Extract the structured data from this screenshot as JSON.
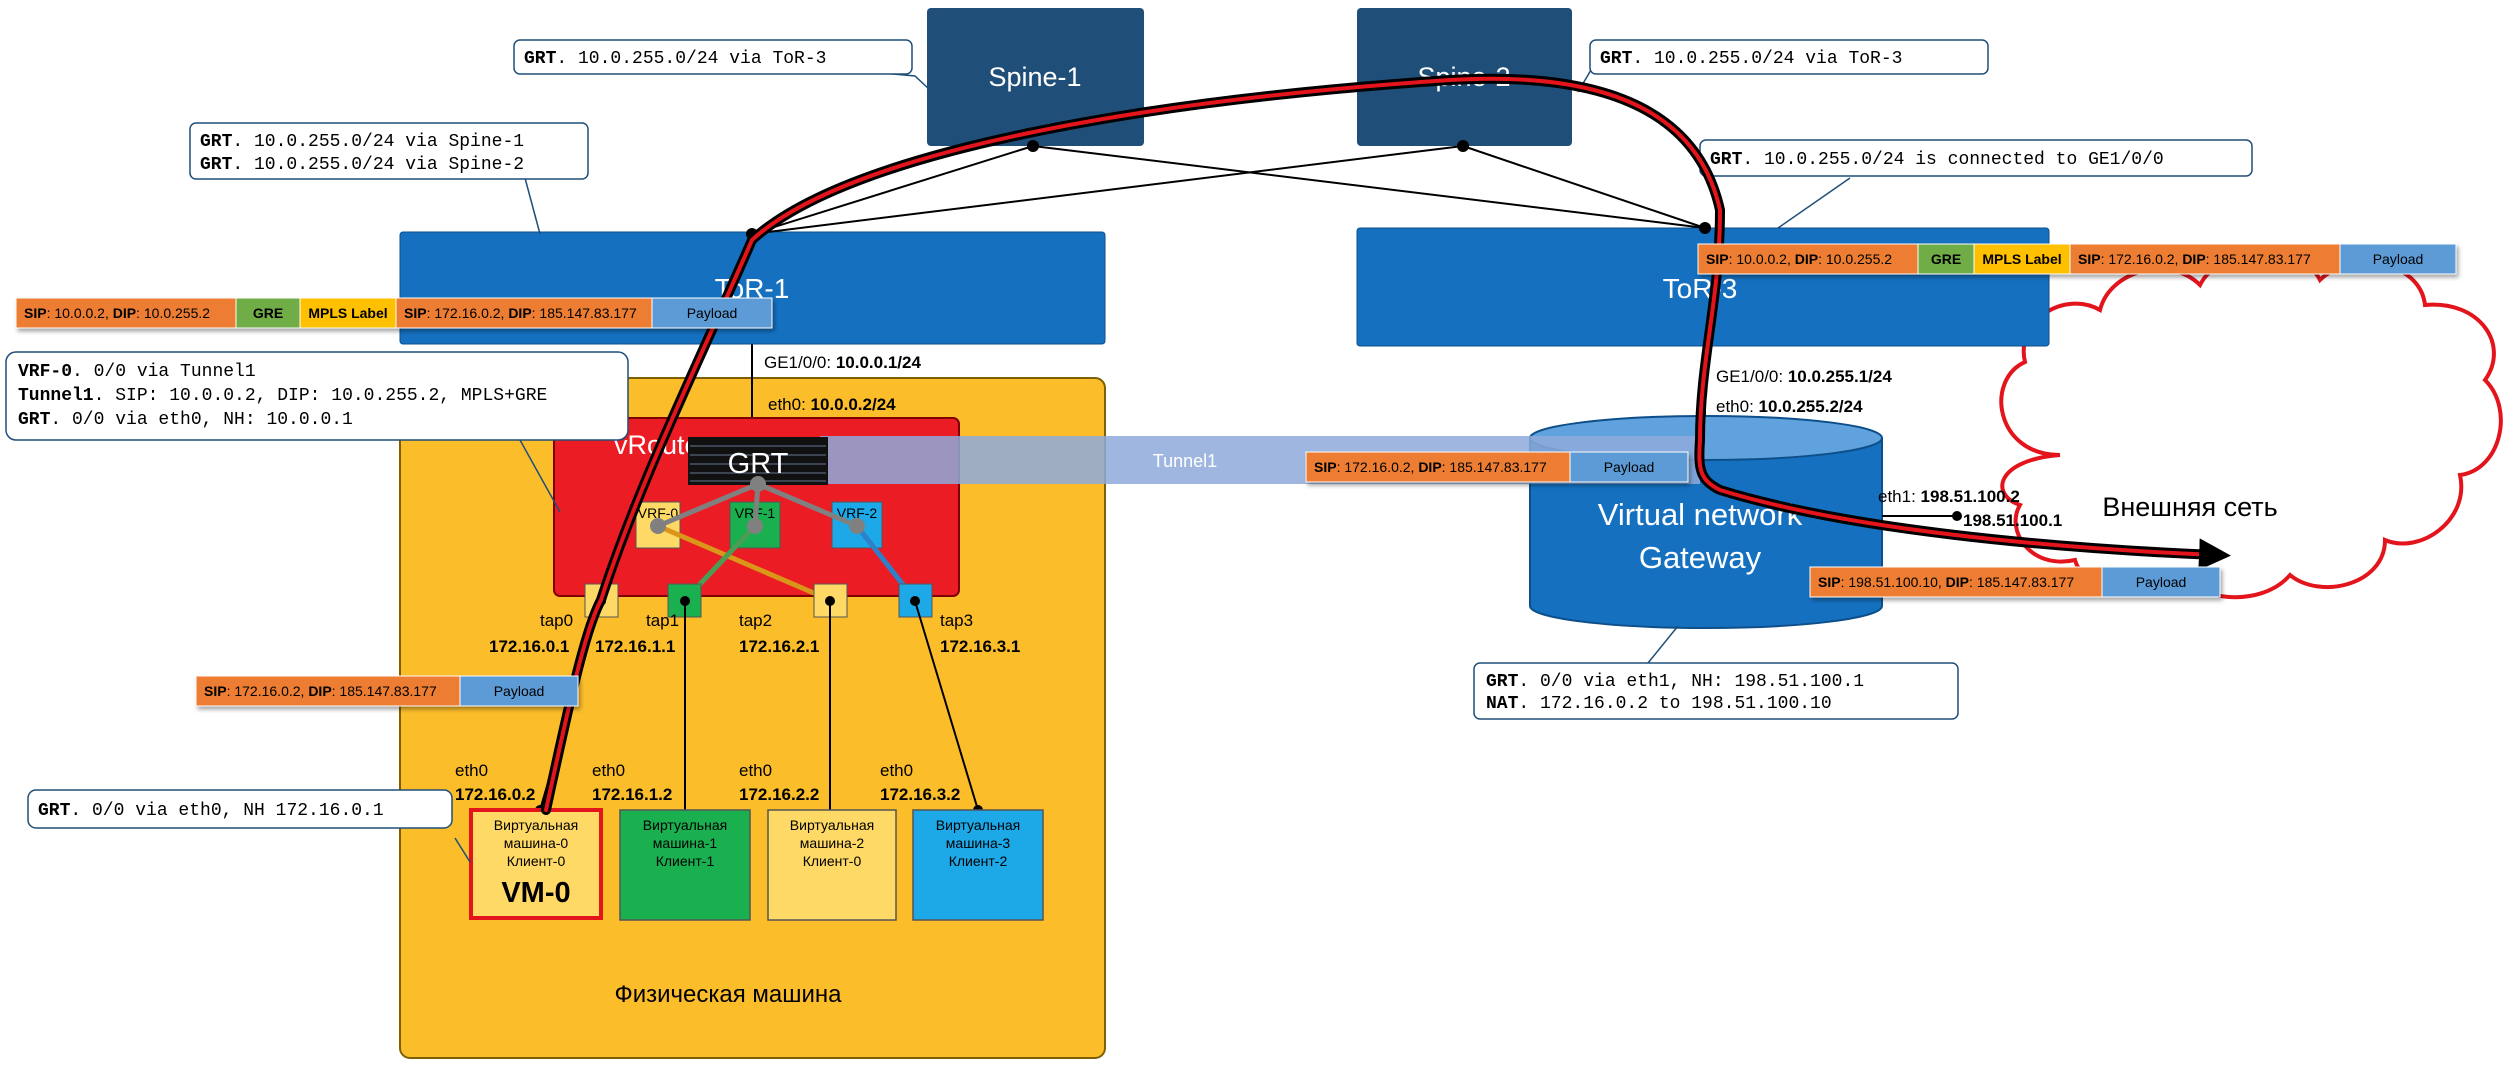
{
  "nodes": {
    "spine1": "Spine-1",
    "spine2": "Spine-2",
    "tor1": "ToR-1",
    "tor3": "ToR-3",
    "gateway_line1": "Virtual network",
    "gateway_line2": "Gateway",
    "external_network": "Внешняя сеть",
    "physical_machine": "Физическая машина",
    "vrouter": "vRouter",
    "grt": "GRT",
    "vrf0": "VRF-0",
    "vrf1": "VRF-1",
    "vrf2": "VRF-2",
    "tunnel": "Tunnel1"
  },
  "callouts": {
    "spine1": [
      {
        "bold": "GRT",
        "rest": ". 10.0.255.0/24 via ToR-3"
      }
    ],
    "spine2": [
      {
        "bold": "GRT",
        "rest": ". 10.0.255.0/24 via ToR-3"
      }
    ],
    "tor1": [
      {
        "bold": "GRT",
        "rest": ". 10.0.255.0/24 via Spine-1"
      },
      {
        "bold": "GRT",
        "rest": ". 10.0.255.0/24 via Spine-2"
      }
    ],
    "tor3": [
      {
        "bold": "GRT",
        "rest": ". 10.0.255.0/24 is connected to GE1/0/0"
      }
    ],
    "vrouter": [
      {
        "bold": "VRF-0",
        "rest": ". 0/0 via Tunnel1"
      },
      {
        "bold": "Tunnel1",
        "rest": ". SIP: 10.0.0.2, DIP: 10.0.255.2, MPLS+GRE"
      },
      {
        "bold": "GRT",
        "rest": ". 0/0 via eth0, NH: 10.0.0.1"
      }
    ],
    "vm0": [
      {
        "bold": "GRT",
        "rest": ". 0/0 via eth0, NH 172.16.0.1"
      }
    ],
    "gateway": [
      {
        "bold": "GRT",
        "rest": ". 0/0 via eth1, NH: 198.51.100.1"
      },
      {
        "bold": "NAT",
        "rest": ". 172.16.0.2 to 198.51.100.10"
      }
    ]
  },
  "packets": {
    "outer_left": [
      {
        "kind": "sip",
        "sip": "10.0.0.2",
        "dip": "10.0.255.2"
      },
      {
        "kind": "plain",
        "label": "GRE",
        "color": "#71ad47"
      },
      {
        "kind": "plain",
        "label": "MPLS Label",
        "color": "#ffc000"
      },
      {
        "kind": "sip",
        "sip": "172.16.0.2",
        "dip": "185.147.83.177"
      },
      {
        "kind": "payload",
        "label": "Payload"
      }
    ],
    "outer_right": [
      {
        "kind": "sip",
        "sip": "10.0.0.2",
        "dip": "10.0.255.2"
      },
      {
        "kind": "plain",
        "label": "GRE",
        "color": "#71ad47"
      },
      {
        "kind": "plain",
        "label": "MPLS Label",
        "color": "#ffc000"
      },
      {
        "kind": "sip",
        "sip": "172.16.0.2",
        "dip": "185.147.83.177"
      },
      {
        "kind": "payload",
        "label": "Payload"
      }
    ],
    "vm_out": [
      {
        "kind": "sip",
        "sip": "172.16.0.2",
        "dip": "185.147.83.177"
      },
      {
        "kind": "payload",
        "label": "Payload"
      }
    ],
    "tunnel_out": [
      {
        "kind": "sip",
        "sip": "172.16.0.2",
        "dip": "185.147.83.177"
      },
      {
        "kind": "payload",
        "label": "Payload"
      }
    ],
    "nat_out": [
      {
        "kind": "sip",
        "sip": "198.51.100.10",
        "dip": "185.147.83.177"
      },
      {
        "kind": "payload",
        "label": "Payload"
      }
    ],
    "sip_prefix": "SIP",
    "dip_prefix": "DIP"
  },
  "interfaces": {
    "tor1_ge_name": "GE1/0/0: ",
    "tor1_ge_ip": "10.0.0.1/24",
    "host_eth0_name": "eth0: ",
    "host_eth0_ip": "10.0.0.2/24",
    "tor3_ge_name": "GE1/0/0: ",
    "tor3_ge_ip": "10.0.255.1/24",
    "gw_eth0_name": "eth0: ",
    "gw_eth0_ip": "10.0.255.2/24",
    "gw_eth1_name": "eth1: ",
    "gw_eth1_ip": "198.51.100.2",
    "ext_ip": "198.51.100.1"
  },
  "taps": [
    {
      "name": "tap0",
      "ip": "172.16.0.1"
    },
    {
      "name": "tap1",
      "ip": "172.16.1.1"
    },
    {
      "name": "tap2",
      "ip": "172.16.2.1"
    },
    {
      "name": "tap3",
      "ip": "172.16.3.1"
    }
  ],
  "vms": [
    {
      "eth": "eth0",
      "ip": "172.16.0.2",
      "line1": "Виртуальная",
      "line2": "машина-0",
      "line3": "Клиент-0",
      "tag": "VM-0",
      "color": "#ffd966"
    },
    {
      "eth": "eth0",
      "ip": "172.16.1.2",
      "line1": "Виртуальная",
      "line2": "машина-1",
      "line3": "Клиент-1",
      "tag": "",
      "color": "#1aaf4f"
    },
    {
      "eth": "eth0",
      "ip": "172.16.2.2",
      "line1": "Виртуальная",
      "line2": "машина-2",
      "line3": "Клиент-0",
      "tag": "",
      "color": "#ffd966"
    },
    {
      "eth": "eth0",
      "ip": "172.16.3.2",
      "line1": "Виртуальная",
      "line2": "машина-3",
      "line3": "Клиент-2",
      "tag": "",
      "color": "#1da8e8"
    }
  ],
  "colors": {
    "spine": "#1f4e79",
    "tor": "#1570c0",
    "physical": "#fbbd2a",
    "vrouter": "#ec1c24",
    "sip_field": "#ed7d31",
    "payload": "#5b9bd5",
    "tunnel": "#8eaadb",
    "cloud_stroke": "#e3141b"
  }
}
